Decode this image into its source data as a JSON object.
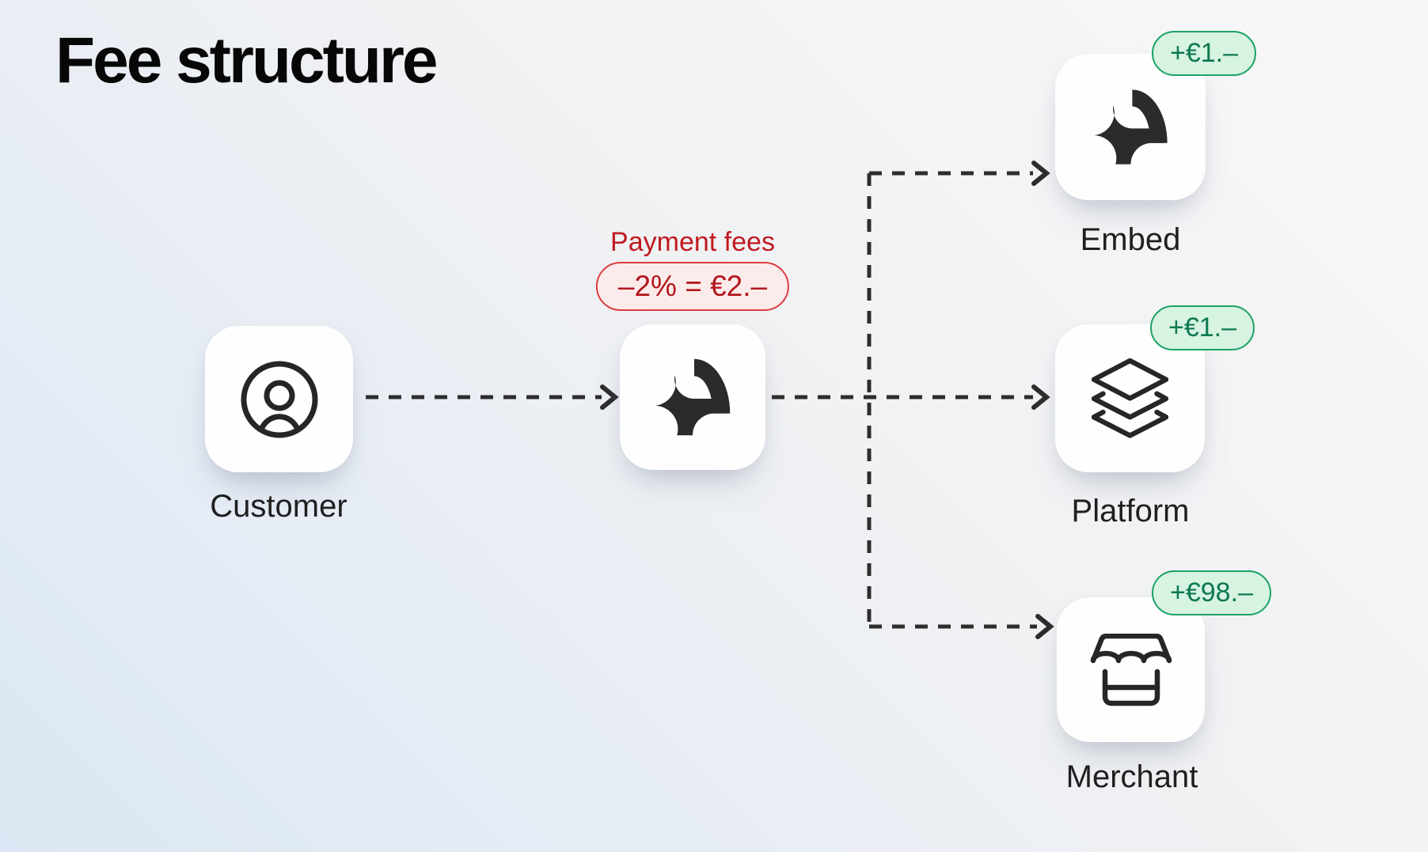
{
  "title": "Fee structure",
  "payment_fee": {
    "label": "Payment fees",
    "value": "–2% = €2.–"
  },
  "nodes": {
    "customer": {
      "label": "Customer",
      "icon": "user-circle-icon"
    },
    "processor": {
      "icon": "brand-logo-icon"
    },
    "embed": {
      "label": "Embed",
      "icon": "brand-logo-icon",
      "badge": "+€1.–"
    },
    "platform": {
      "label": "Platform",
      "icon": "layers-icon",
      "badge": "+€1.–"
    },
    "merchant": {
      "label": "Merchant",
      "icon": "storefront-icon",
      "badge": "+€98.–"
    }
  },
  "edges": [
    {
      "from": "customer",
      "to": "processor",
      "style": "dashed-arrow"
    },
    {
      "from": "processor",
      "to": "embed",
      "style": "dashed-arrow"
    },
    {
      "from": "processor",
      "to": "platform",
      "style": "dashed-arrow"
    },
    {
      "from": "processor",
      "to": "merchant",
      "style": "dashed-arrow"
    }
  ],
  "colors": {
    "fee_negative_text": "#b2161c",
    "fee_negative_bg": "#fcebeb",
    "fee_negative_border": "#dc3d41",
    "fee_positive_text": "#0d7950",
    "fee_positive_bg": "#d7f3e2",
    "fee_positive_border": "#1ca266",
    "connector": "#2d2d2d",
    "card_bg": "#fefefe"
  }
}
